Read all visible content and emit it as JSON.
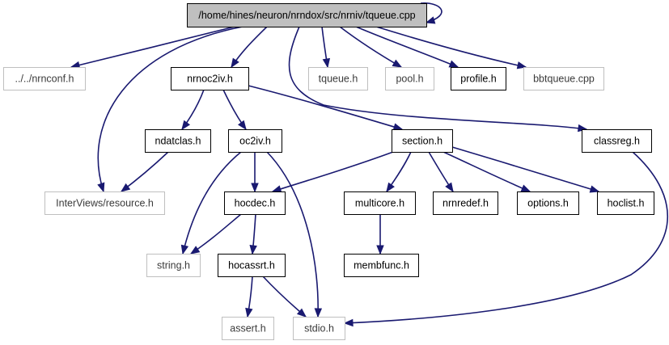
{
  "colors": {
    "edge": "#191970",
    "documented_border": "#000000",
    "undocumented_border": "#bfbfbf",
    "undocumented_text": "#3a3a3a",
    "root_fill": "#bfbfbf",
    "node_fill": "#ffffff",
    "text": "#000000"
  },
  "nodes": [
    {
      "id": "tqueue_cpp",
      "label": "/home/hines/neuron/nrndox/src/nrniv/tqueue.cpp",
      "kind": "root"
    },
    {
      "id": "nrnconf_h",
      "label": "../../nrnconf.h",
      "kind": "undocumented"
    },
    {
      "id": "nrnoc2iv_h",
      "label": "nrnoc2iv.h",
      "kind": "documented"
    },
    {
      "id": "tqueue_h",
      "label": "tqueue.h",
      "kind": "undocumented"
    },
    {
      "id": "pool_h",
      "label": "pool.h",
      "kind": "undocumented"
    },
    {
      "id": "profile_h",
      "label": "profile.h",
      "kind": "documented"
    },
    {
      "id": "bbtqueue_cpp",
      "label": "bbtqueue.cpp",
      "kind": "undocumented"
    },
    {
      "id": "ndatclas_h",
      "label": "ndatclas.h",
      "kind": "documented"
    },
    {
      "id": "oc2iv_h",
      "label": "oc2iv.h",
      "kind": "documented"
    },
    {
      "id": "section_h",
      "label": "section.h",
      "kind": "documented"
    },
    {
      "id": "classreg_h",
      "label": "classreg.h",
      "kind": "documented"
    },
    {
      "id": "resource_h",
      "label": "InterViews/resource.h",
      "kind": "undocumented"
    },
    {
      "id": "hocdec_h",
      "label": "hocdec.h",
      "kind": "documented"
    },
    {
      "id": "multicore_h",
      "label": "multicore.h",
      "kind": "documented"
    },
    {
      "id": "nrnredef_h",
      "label": "nrnredef.h",
      "kind": "documented"
    },
    {
      "id": "options_h",
      "label": "options.h",
      "kind": "documented"
    },
    {
      "id": "hoclist_h",
      "label": "hoclist.h",
      "kind": "documented"
    },
    {
      "id": "string_h",
      "label": "string.h",
      "kind": "undocumented"
    },
    {
      "id": "hocassrt_h",
      "label": "hocassrt.h",
      "kind": "documented"
    },
    {
      "id": "membfunc_h",
      "label": "membfunc.h",
      "kind": "documented"
    },
    {
      "id": "assert_h",
      "label": "assert.h",
      "kind": "undocumented"
    },
    {
      "id": "stdio_h",
      "label": "stdio.h",
      "kind": "undocumented"
    }
  ],
  "edges": [
    {
      "from": "tqueue_cpp",
      "to": "tqueue_cpp"
    },
    {
      "from": "tqueue_cpp",
      "to": "nrnconf_h"
    },
    {
      "from": "tqueue_cpp",
      "to": "nrnoc2iv_h"
    },
    {
      "from": "tqueue_cpp",
      "to": "tqueue_h"
    },
    {
      "from": "tqueue_cpp",
      "to": "pool_h"
    },
    {
      "from": "tqueue_cpp",
      "to": "profile_h"
    },
    {
      "from": "tqueue_cpp",
      "to": "bbtqueue_cpp"
    },
    {
      "from": "tqueue_cpp",
      "to": "resource_h"
    },
    {
      "from": "tqueue_cpp",
      "to": "classreg_h"
    },
    {
      "from": "nrnoc2iv_h",
      "to": "ndatclas_h"
    },
    {
      "from": "nrnoc2iv_h",
      "to": "oc2iv_h"
    },
    {
      "from": "nrnoc2iv_h",
      "to": "section_h"
    },
    {
      "from": "ndatclas_h",
      "to": "resource_h"
    },
    {
      "from": "oc2iv_h",
      "to": "hocdec_h"
    },
    {
      "from": "oc2iv_h",
      "to": "string_h"
    },
    {
      "from": "oc2iv_h",
      "to": "stdio_h"
    },
    {
      "from": "section_h",
      "to": "hocdec_h"
    },
    {
      "from": "section_h",
      "to": "multicore_h"
    },
    {
      "from": "section_h",
      "to": "nrnredef_h"
    },
    {
      "from": "section_h",
      "to": "options_h"
    },
    {
      "from": "section_h",
      "to": "hoclist_h"
    },
    {
      "from": "hocdec_h",
      "to": "string_h"
    },
    {
      "from": "hocdec_h",
      "to": "hocassrt_h"
    },
    {
      "from": "hocassrt_h",
      "to": "assert_h"
    },
    {
      "from": "hocassrt_h",
      "to": "stdio_h"
    },
    {
      "from": "multicore_h",
      "to": "membfunc_h"
    },
    {
      "from": "classreg_h",
      "to": "stdio_h"
    }
  ]
}
